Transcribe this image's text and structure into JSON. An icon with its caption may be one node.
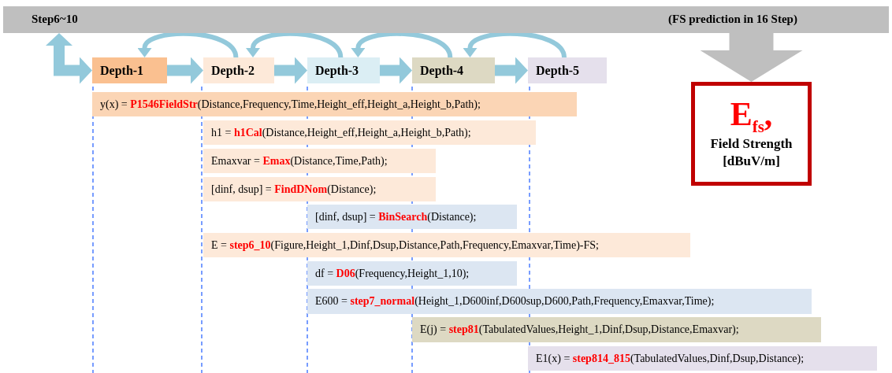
{
  "diagram": {
    "nodes": [
      {
        "text": [
          "Step6~10",
          "(FS prediction in 16 Step)"
        ]
      },
      {
        "text": [
          "Depth-1"
        ]
      },
      {
        "text": [
          "Depth-2"
        ]
      },
      {
        "text": [
          "Depth-3"
        ]
      },
      {
        "text": [
          "Depth-4"
        ]
      },
      {
        "text": [
          "Depth-5"
        ]
      },
      {
        "text": [
          "E$_{fs}$,",
          "Field Strength [dBuV/m]"
        ]
      },
      {
        "text": [
          "y(x) = **P1546FieldStr**(Distance,Frequency,Time,Height_eff,Height_a,Height_b,Path);"
        ]
      },
      {
        "text": [
          "h1 = **h1Cal**(Distance,Height_eff,Height_a,Height_b,Path);"
        ]
      },
      {
        "text": [
          "Emaxvar = **Emax**(Distance,Time,Path);"
        ]
      },
      {
        "text": [
          "[dinf, dsup] = **FindDNom**(Distance);"
        ]
      },
      {
        "text": [
          "[dinf, dsup] = **BinSearch**(Distance);"
        ]
      },
      {
        "text": [
          "E = **step6_10**(Figure,Height_1,Dinf,Dsup,Distance,Path,Frequency,Emaxvar,Time)-FS;"
        ]
      },
      {
        "text": [
          "df = **D06**(Frequency,Height_1,10);"
        ]
      },
      {
        "text": [
          "E600 = **step7_normal**(Height_1,D600inf,D600sup,D600,Path,Frequency,Emaxvar,Time);"
        ]
      },
      {
        "text": [
          "E(j) = **step81**(TabulatedValues,Height_1,Dinf,Dsup,Distance,Emaxvar);"
        ]
      },
      {
        "text": [
          "E1(x) = **step814_815**(TabulatedValues,Dinf,Dsup,Distance);"
        ]
      }
    ],
    "edges": [
      {
        "from": 0,
        "to": 1,
        "arrow": "both"
      },
      {
        "from": 1,
        "to": 2,
        "arrow": "to"
      },
      {
        "from": 2,
        "to": 3,
        "arrow": "to"
      },
      {
        "from": 3,
        "to": 4,
        "arrow": "to"
      },
      {
        "from": 4,
        "to": 5,
        "arrow": "to"
      },
      {
        "from": 2,
        "to": 1,
        "arrow": "to"
      },
      {
        "from": 3,
        "to": 2,
        "arrow": "to"
      },
      {
        "from": 4,
        "to": 3,
        "arrow": "to"
      },
      {
        "from": 5,
        "to": 4,
        "arrow": "to"
      },
      {
        "from": 0,
        "to": 6,
        "arrow": "to",
        "style": "thick",
        "color": "#bfbfbf"
      }
    ]
  }
}
